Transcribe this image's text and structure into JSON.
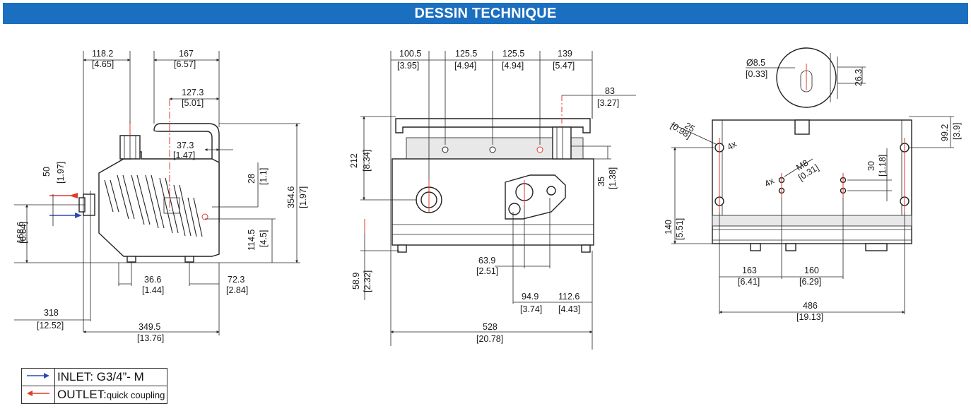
{
  "header": {
    "title": "DESSIN TECHNIQUE"
  },
  "colors": {
    "banner": "#1b6fc0",
    "inlet_arrow": "#2a4bb3",
    "outlet_arrow": "#e23a2c"
  },
  "views": {
    "side": {
      "d1": [
        "118.2",
        "[4.65]"
      ],
      "d2": [
        "167",
        "[6.57]"
      ],
      "d3": [
        "127.3",
        "[5.01]"
      ],
      "d4": [
        "37.3",
        "[1.47]"
      ],
      "d5": [
        "50",
        "[1.97]"
      ],
      "d6": [
        "28",
        "[1.1]"
      ],
      "d7": [
        "354.6",
        "[1.97]"
      ],
      "d8": [
        "168.6",
        "[6.64]"
      ],
      "d9": [
        "114.5",
        "[4.5]"
      ],
      "d10": [
        "36.6",
        "[1.44]"
      ],
      "d11": [
        "72.3",
        "[2.84]"
      ],
      "d12": [
        "318",
        "[12.52]"
      ],
      "d13": [
        "349.5",
        "[13.76]"
      ]
    },
    "front": {
      "d1": [
        "100.5",
        "[3.95]"
      ],
      "d2": [
        "125.5",
        "[4.94]"
      ],
      "d3": [
        "125.5",
        "[4.94]"
      ],
      "d4": [
        "139",
        "[5.47]"
      ],
      "d5": [
        "83",
        "[3.27]"
      ],
      "d6": [
        "212",
        "[8.34]"
      ],
      "d7": [
        "35",
        "[1.38]"
      ],
      "d8": [
        "58.9",
        "[2.32]"
      ],
      "d9": [
        "63.9",
        "[2.51]"
      ],
      "d10": [
        "94.9",
        "[3.74]"
      ],
      "d11": [
        "112.6",
        "[4.43]"
      ],
      "d12": [
        "528",
        "[20.78]"
      ]
    },
    "back": {
      "d1": [
        "Ø8.5",
        "[0.33]"
      ],
      "d2": [
        "26.3",
        ""
      ],
      "d3": [
        "25",
        "[0.98]"
      ],
      "d4": [
        "99.2",
        "[3.9]"
      ],
      "d5": [
        "M8",
        "[0.31]"
      ],
      "d6": [
        "30",
        "[1.18]"
      ],
      "d7": [
        "140",
        "[5.51]"
      ],
      "d8": [
        "163",
        "[6.41]"
      ],
      "d9": [
        "160",
        "[6.29]"
      ],
      "d10": [
        "486",
        "[19.13]"
      ],
      "x4a": "4x",
      "x4b": "4x"
    }
  },
  "legend": {
    "inlet": {
      "label": "INLET:  G3/4”- M"
    },
    "outlet": {
      "label": "OUTLET:",
      "note": "quick coupling"
    }
  }
}
